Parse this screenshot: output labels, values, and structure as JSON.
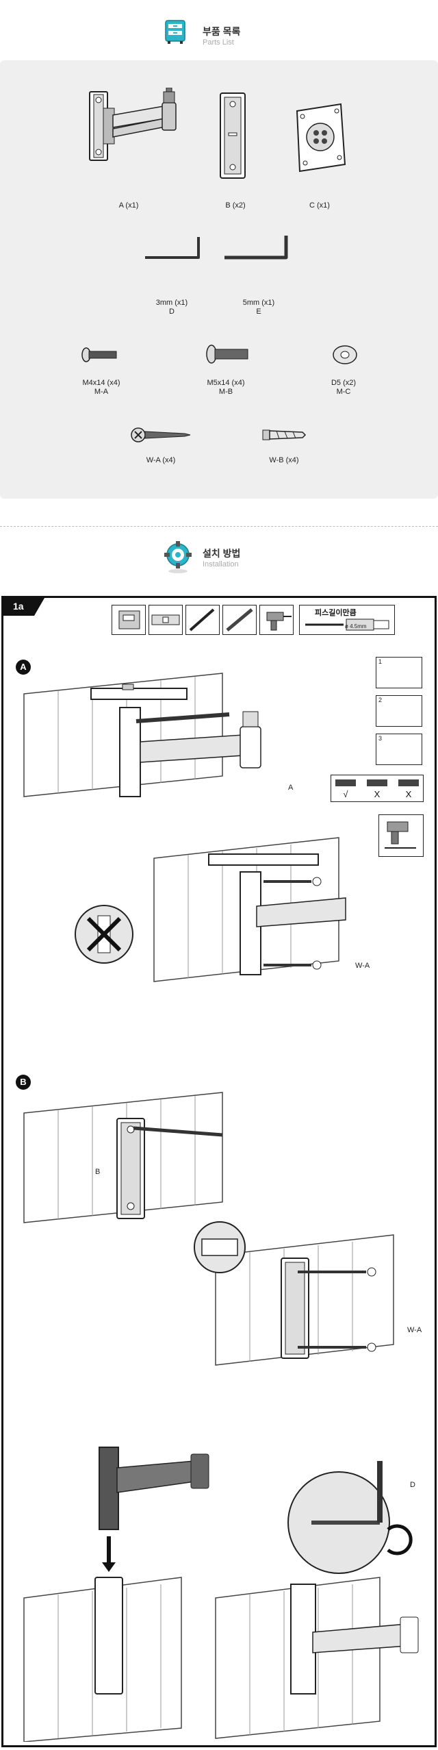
{
  "parts_header": {
    "title": "부품 목록",
    "subtitle": "Parts List",
    "icon": "drawer-cabinet-icon",
    "accent": "#2bb5c9"
  },
  "parts": {
    "row1": [
      {
        "label": "A (x1)"
      },
      {
        "label": "B (x2)"
      },
      {
        "label": "C (x1)"
      }
    ],
    "row2": [
      {
        "label": "3mm (x1)",
        "code": "D"
      },
      {
        "label": "5mm (x1)",
        "code": "E"
      }
    ],
    "row3": [
      {
        "label": "M4x14 (x4)",
        "code": "M-A"
      },
      {
        "label": "M5x14 (x4)",
        "code": "M-B"
      },
      {
        "label": "D5 (x2)",
        "code": "M-C"
      }
    ],
    "row4": [
      {
        "label": "W-A (x4)"
      },
      {
        "label": "W-B (x4)"
      }
    ]
  },
  "install_header": {
    "title": "설치 방법",
    "subtitle": "Installation",
    "icon": "gear-icon"
  },
  "step": {
    "tag": "1a",
    "depth_tip": "피스길이만큼",
    "depth_value": "ø 4.5mm",
    "section_a": "A",
    "section_b": "B",
    "callouts": {
      "a_label": "A",
      "wa_label_1": "W-A",
      "b_label": "B",
      "wa_label_2": "W-A",
      "d_label": "D"
    },
    "mini_steps": [
      "1",
      "2",
      "3"
    ],
    "verdicts": [
      "√",
      "X",
      "X"
    ]
  }
}
